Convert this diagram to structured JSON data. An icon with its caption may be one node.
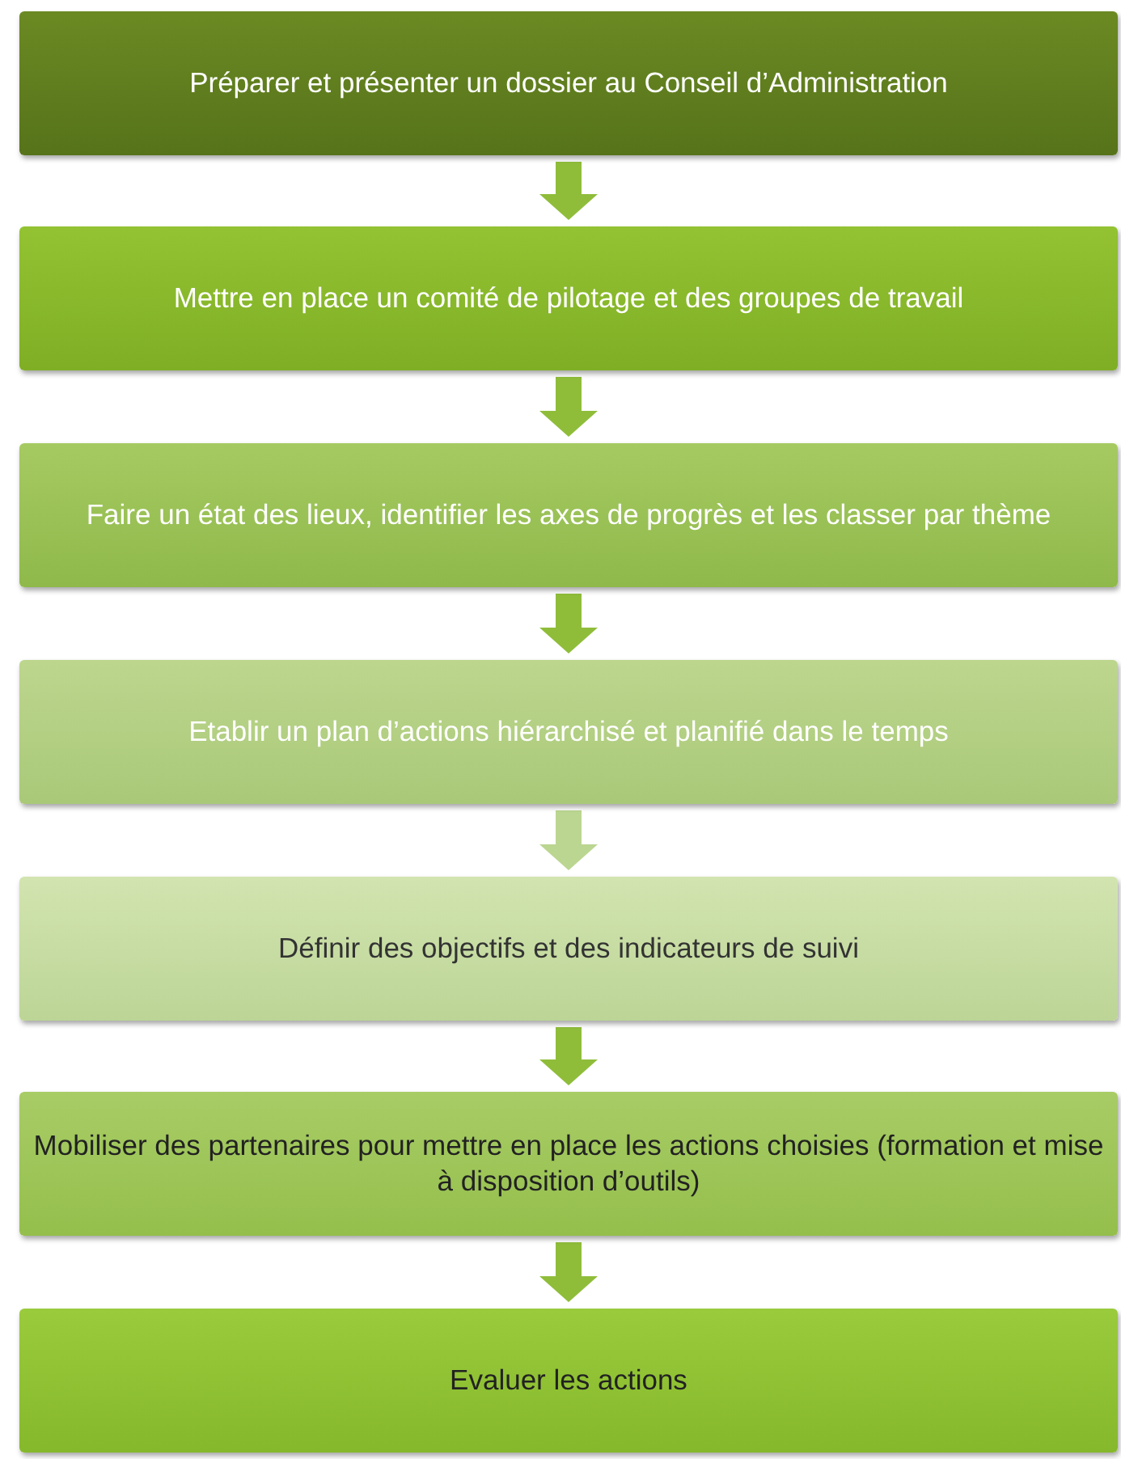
{
  "diagram": {
    "nodes": [
      {
        "text": [
          "Préparer et présenter un dossier au Conseil d’Administration"
        ]
      },
      {
        "text": [
          "Mettre en place un comité de pilotage et des groupes de travail"
        ]
      },
      {
        "text": [
          "Faire un état des lieux, identifier les axes de progrès et les classer par thème"
        ]
      },
      {
        "text": [
          "Etablir un plan d’actions  hiérarchisé et planifié dans le temps"
        ]
      },
      {
        "text": [
          "Définir des objectifs et des indicateurs de suivi"
        ]
      },
      {
        "text": [
          "Mobiliser des partenaires pour mettre en place les actions choisies (formation et mise à disposition d’outils)"
        ]
      },
      {
        "text": [
          "Evaluer les actions"
        ]
      }
    ],
    "edges": [
      {
        "from": 0,
        "to": 1,
        "arrow": "to"
      },
      {
        "from": 1,
        "to": 2,
        "arrow": "to"
      },
      {
        "from": 2,
        "to": 3,
        "arrow": "to"
      },
      {
        "from": 3,
        "to": 4,
        "arrow": "to",
        "color": "#bbd690"
      },
      {
        "from": 4,
        "to": 5,
        "arrow": "to"
      },
      {
        "from": 5,
        "to": 6,
        "arrow": "to"
      }
    ]
  }
}
